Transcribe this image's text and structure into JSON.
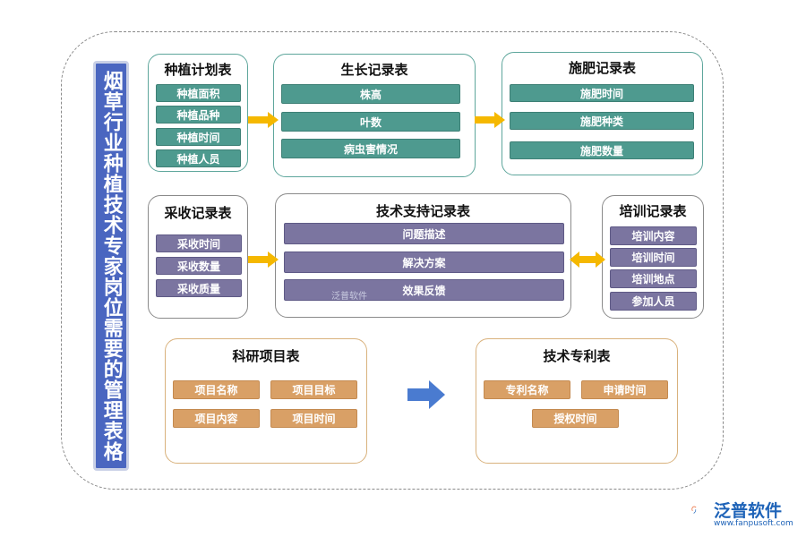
{
  "title": "烟草行业种植技术专家岗位需要的管理表格",
  "boxes": {
    "planting": {
      "title": "种植计划表",
      "items": [
        "种植面积",
        "种植品种",
        "种植时间",
        "种植人员"
      ]
    },
    "growth": {
      "title": "生长记录表",
      "items": [
        "株高",
        "叶数",
        "病虫害情况"
      ]
    },
    "fertilize": {
      "title": "施肥记录表",
      "items": [
        "施肥时间",
        "施肥种类",
        "施肥数量"
      ]
    },
    "harvest": {
      "title": "采收记录表",
      "items": [
        "采收时间",
        "采收数量",
        "采收质量"
      ]
    },
    "tech_support": {
      "title": "技术支持记录表",
      "items": [
        "问题描述",
        "解决方案",
        "效果反馈"
      ]
    },
    "training": {
      "title": "培训记录表",
      "items": [
        "培训内容",
        "培训时间",
        "培训地点",
        "参加人员"
      ]
    },
    "research": {
      "title": "科研项目表",
      "items": [
        "项目名称",
        "项目目标",
        "项目内容",
        "项目时间"
      ]
    },
    "patent": {
      "title": "技术专利表",
      "items": [
        "专利名称",
        "申请时间",
        "授权时间"
      ]
    }
  },
  "logo": {
    "name": "泛普软件",
    "url": "www.fanpusoft.com"
  },
  "watermark": "泛普软件",
  "colors": {
    "title_bg": "#4a66c0",
    "teal": "#4e9a8f",
    "purple": "#7b75a0",
    "tan": "#d9a066",
    "arrow_yellow": "#f5b800",
    "arrow_blue": "#4a7bd0"
  }
}
